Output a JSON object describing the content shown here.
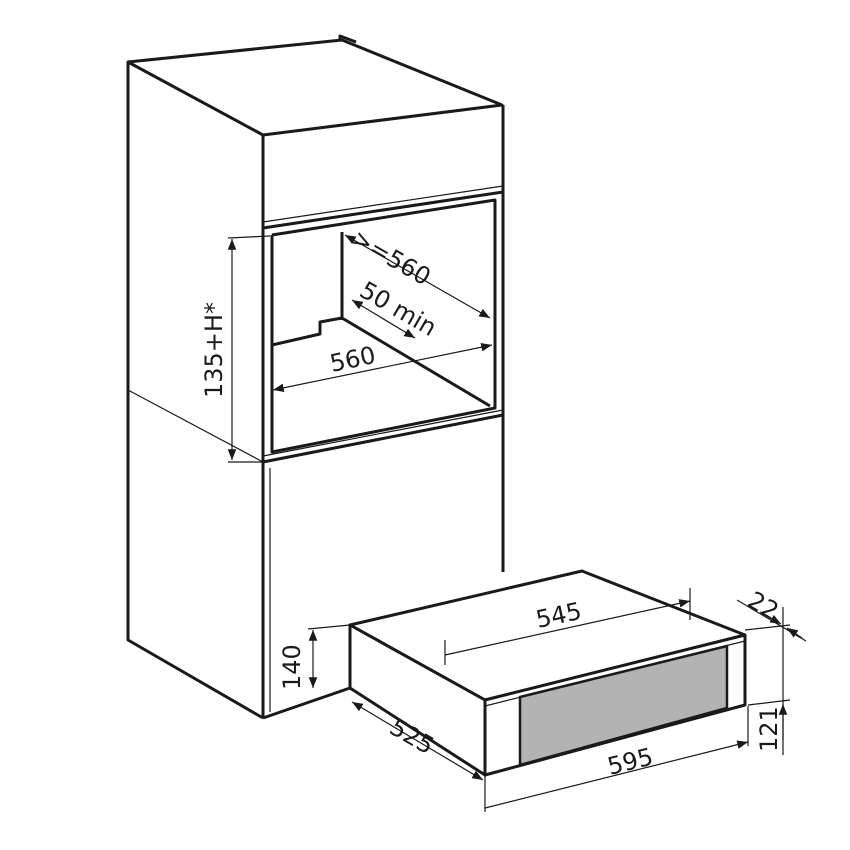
{
  "title": "Warming drawer installation dimensions",
  "colors": {
    "line": "#1a1a1a",
    "drawer_panel": "#b3b3b3",
    "background": "#ffffff"
  },
  "dimensions": {
    "niche_depth": ">=560",
    "ventilation_gap": "50 min",
    "niche_width": "560",
    "niche_height": "135+H*",
    "drawer_niche_height": "140",
    "drawer_depth_inner": "545",
    "drawer_panel_thickness": "22",
    "drawer_depth": "525",
    "drawer_width": "595",
    "drawer_height": "121"
  }
}
